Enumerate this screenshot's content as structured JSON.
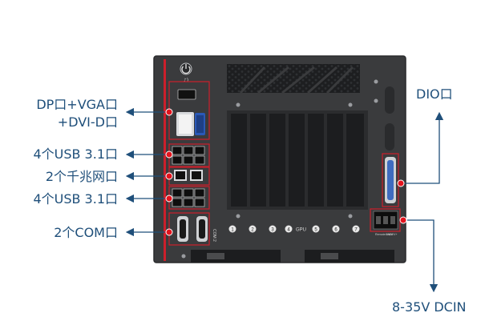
{
  "callouts": {
    "dp_vga_line1": "DP口+VGA口",
    "dp_vga_line2": "+DVI-D口",
    "usb_top": "4个USB 3.1口",
    "lan": "2个千兆网口",
    "usb_bottom": "4个USB 3.1口",
    "com": "2个COM口",
    "dio": "DIO口",
    "dcin": "8-35V DCIN"
  },
  "panel": {
    "com_tag": "COM 2",
    "gpu_slot_numbers": [
      "1",
      "2",
      "3",
      "4",
      "5",
      "6",
      "7"
    ],
    "gpu_tag": "GPU",
    "terminal_labels": [
      "Remote on/off",
      "GND",
      "V+"
    ]
  },
  "colors": {
    "accent_red": "#cc1f2b",
    "callout_blue": "#1f4f7a",
    "chassis": "#3a3b3d"
  }
}
